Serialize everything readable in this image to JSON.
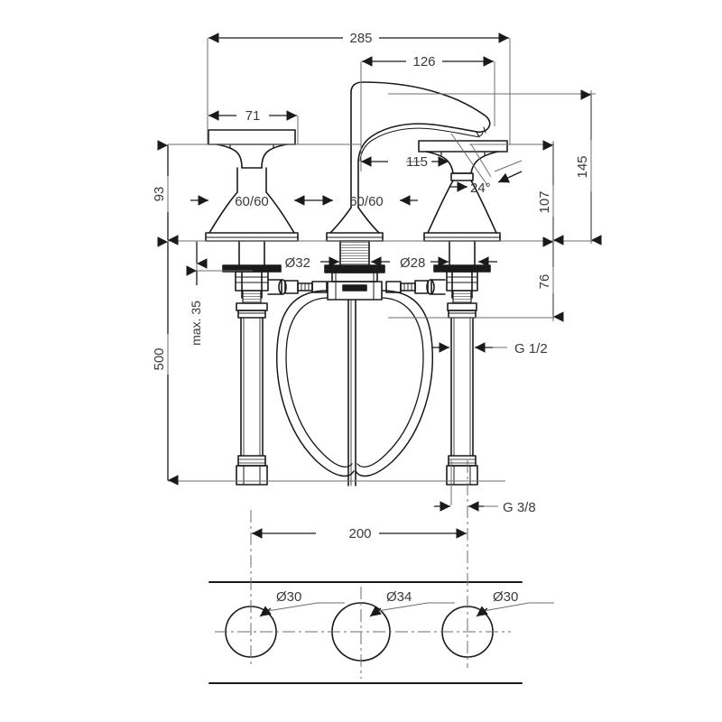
{
  "drawing": {
    "type": "technical-dimension-drawing",
    "subject": "3-hole widespread basin mixer / bath faucet",
    "units": "mm",
    "views": [
      {
        "name": "front-elevation",
        "position": "top"
      },
      {
        "name": "plan-hole-layout",
        "position": "bottom"
      }
    ]
  },
  "dimensions": {
    "overall_width": "285",
    "spout_projection": "126",
    "handle_width": "71",
    "handle_to_center": "115",
    "handle_height_93": "93",
    "total_height_145": "145",
    "spout_height_107": "107",
    "body_height_76": "76",
    "hose_length_500": "500",
    "max_thickness": "max. 35",
    "hole_spacing": "200",
    "handle_square_left": "60/60",
    "handle_square_right": "60/60",
    "angle": "24°"
  },
  "diameters": {
    "center_shank": "Ø32",
    "side_shank": "Ø28",
    "hole_left": "Ø30",
    "hole_center": "Ø34",
    "hole_right": "Ø30"
  },
  "threads": {
    "supply_upper": "G 1/2",
    "supply_lower": "G 3/8"
  },
  "colors": {
    "line": "#1a1a1a",
    "dimension_line": "#6e6e6e",
    "text": "#3a3a3a",
    "hatch": "#8a8a8a"
  }
}
